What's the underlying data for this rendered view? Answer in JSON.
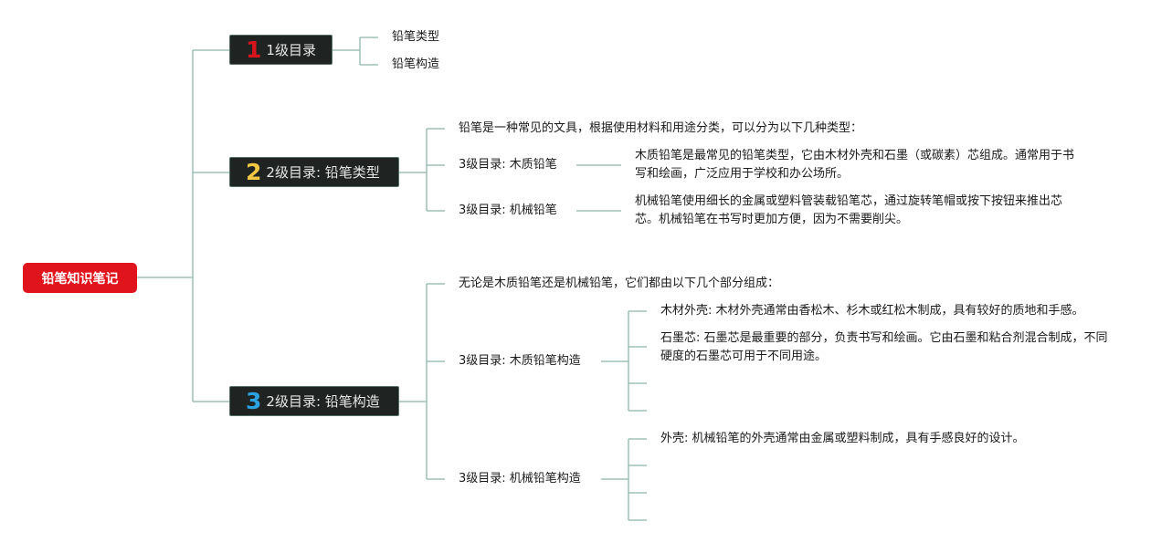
{
  "colors": {
    "root": "#e0141c",
    "chapter_bg": "#1f2422",
    "num1": "#d9141c",
    "num2": "#f2c744",
    "num3": "#2aa3e0",
    "line": "#8fb5aa"
  },
  "root": {
    "label": "铅笔知识笔记"
  },
  "ch1": {
    "num": "1",
    "label": "1级目录",
    "items": [
      "铅笔类型",
      "铅笔构造"
    ]
  },
  "ch2": {
    "num": "2",
    "label": "2级目录: 铅笔类型",
    "intro": "铅笔是一种常见的文具，根据使用材料和用途分类，可以分为以下几种类型：",
    "sub1": {
      "label": "3级目录: 木质铅笔",
      "desc": "木质铅笔是最常见的铅笔类型，它由木材外壳和石墨（或碳素）芯组成。通常用于书写和绘画，广泛应用于学校和办公场所。"
    },
    "sub2": {
      "label": "3级目录: 机械铅笔",
      "desc": "机械铅笔使用细长的金属或塑料管装载铅笔芯，通过旋转笔帽或按下按钮来推出芯芯。机械铅笔在书写时更加方便，因为不需要削尖。"
    }
  },
  "ch3": {
    "num": "3",
    "label": "2级目录: 铅笔构造",
    "intro": "无论是木质铅笔还是机械铅笔，它们都由以下几个部分组成：",
    "sub1": {
      "label": "3级目录: 木质铅笔构造",
      "items": [
        "木材外壳: 木材外壳通常由香松木、杉木或红松木制成，具有较好的质地和手感。",
        "石墨芯: 石墨芯是最重要的部分，负责书写和绘画。它由石墨和粘合剂混合制成，不同硬度的石墨芯可用于不同用途。"
      ]
    },
    "sub2": {
      "label": "3级目录: 机械铅笔构造",
      "items": [
        "外壳: 机械铅笔的外壳通常由金属或塑料制成，具有手感良好的设计。"
      ]
    }
  }
}
